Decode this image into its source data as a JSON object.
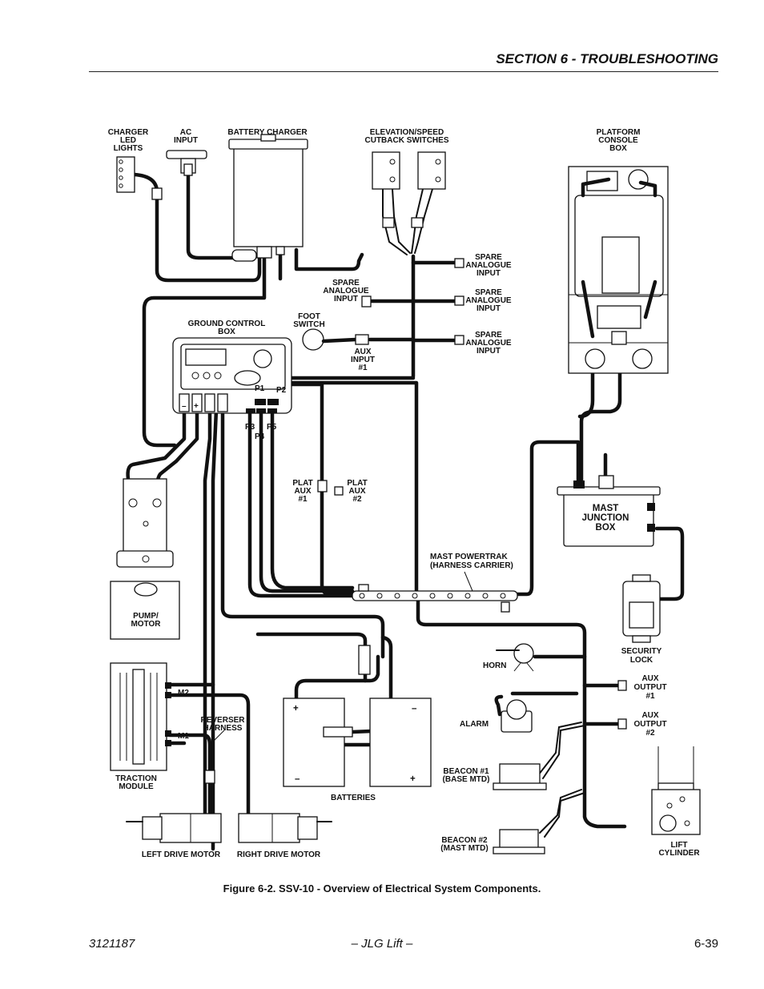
{
  "header": {
    "section": "SECTION 6 - TROUBLESHOOTING"
  },
  "caption": "Figure 6-2.  SSV-10 - Overview of Electrical System Components.",
  "footer": {
    "doc_number": "3121187",
    "publisher": "– JLG Lift –",
    "page": "6-39"
  },
  "labels": {
    "charger_led": [
      "CHARGER",
      "LED",
      "LIGHTS"
    ],
    "ac_input": [
      "AC",
      "INPUT"
    ],
    "battery_charger": "BATTERY CHARGER",
    "cutback": [
      "ELEVATION/SPEED",
      "CUTBACK SWITCHES"
    ],
    "platform_console": [
      "PLATFORM",
      "CONSOLE",
      "BOX"
    ],
    "spare1": [
      "SPARE",
      "ANALOGUE",
      "INPUT"
    ],
    "spare2": [
      "SPARE",
      "ANALOGUE",
      "INPUT"
    ],
    "spare3": [
      "SPARE",
      "ANALOGUE",
      "INPUT"
    ],
    "spare4": [
      "SPARE",
      "ANALOGUE",
      "INPUT"
    ],
    "foot_switch": [
      "FOOT",
      "SWITCH"
    ],
    "aux_input": [
      "AUX",
      "INPUT",
      "#1"
    ],
    "ground_box": [
      "GROUND CONTROL",
      "BOX"
    ],
    "p1": "P1",
    "p2": "P2",
    "p3": "P3",
    "p4": "P4",
    "p5": "P5",
    "plat_aux1": [
      "PLAT",
      "AUX",
      "#1"
    ],
    "plat_aux2": [
      "PLAT",
      "AUX",
      "#2"
    ],
    "mast_jbox": [
      "MAST",
      "JUNCTION",
      "BOX"
    ],
    "powertrak": [
      "MAST POWERTRAK",
      "(HARNESS CARRIER)"
    ],
    "pump_motor": [
      "PUMP/",
      "MOTOR"
    ],
    "security": [
      "SECURITY",
      "LOCK"
    ],
    "horn": "HORN",
    "aux_out1": [
      "AUX",
      "OUTPUT",
      "#1"
    ],
    "aux_out2": [
      "AUX",
      "OUTPUT",
      "#2"
    ],
    "alarm": "ALARM",
    "m2": "M2",
    "m1": "M1",
    "reverser": [
      "REVERSER",
      "HARNESS"
    ],
    "traction": [
      "TRACTION",
      "MODULE"
    ],
    "batteries": "BATTERIES",
    "beacon1": [
      "BEACON #1",
      "(BASE MTD)"
    ],
    "beacon2": [
      "BEACON #2",
      "(MAST MTD)"
    ],
    "lift_cyl": [
      "LIFT",
      "CYLINDER"
    ],
    "left_motor": "LEFT DRIVE MOTOR",
    "right_motor": "RIGHT DRIVE MOTOR"
  }
}
